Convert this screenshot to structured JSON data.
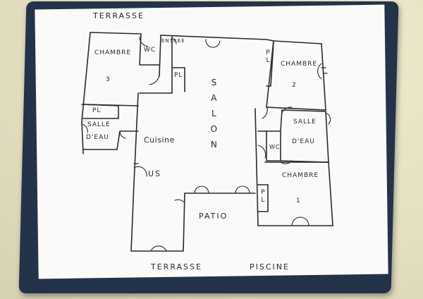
{
  "labels": {
    "terrasse_top": "TERRASSE",
    "chambre3": "CHAMBRE",
    "chambre3_num": "3",
    "wc_left": "WC",
    "entree": "ENTREE",
    "pl_entree": "PL",
    "salon": "SALON",
    "pl_chambre2": "PL",
    "chambre2": "CHAMBRE",
    "chambre2_num": "2",
    "pl_left": "PL",
    "salle_eau_left_1": "SALLE",
    "salle_eau_left_2": "D'EAU",
    "cuisine": "Cuisine",
    "us": "US",
    "salle_eau_right_1": "SALLE",
    "salle_eau_right_2": "D'EAU",
    "wc_right": "WC",
    "chambre1": "CHAMBRE",
    "chambre1_num": "1",
    "pl_chambre1": "PL",
    "patio": "PATIO",
    "terrasse_bottom": "TERRASSE",
    "piscine": "PISCINE"
  },
  "colors": {
    "folder": "#243349",
    "paper": "#fafaf8",
    "ink": "#2a2a30"
  }
}
